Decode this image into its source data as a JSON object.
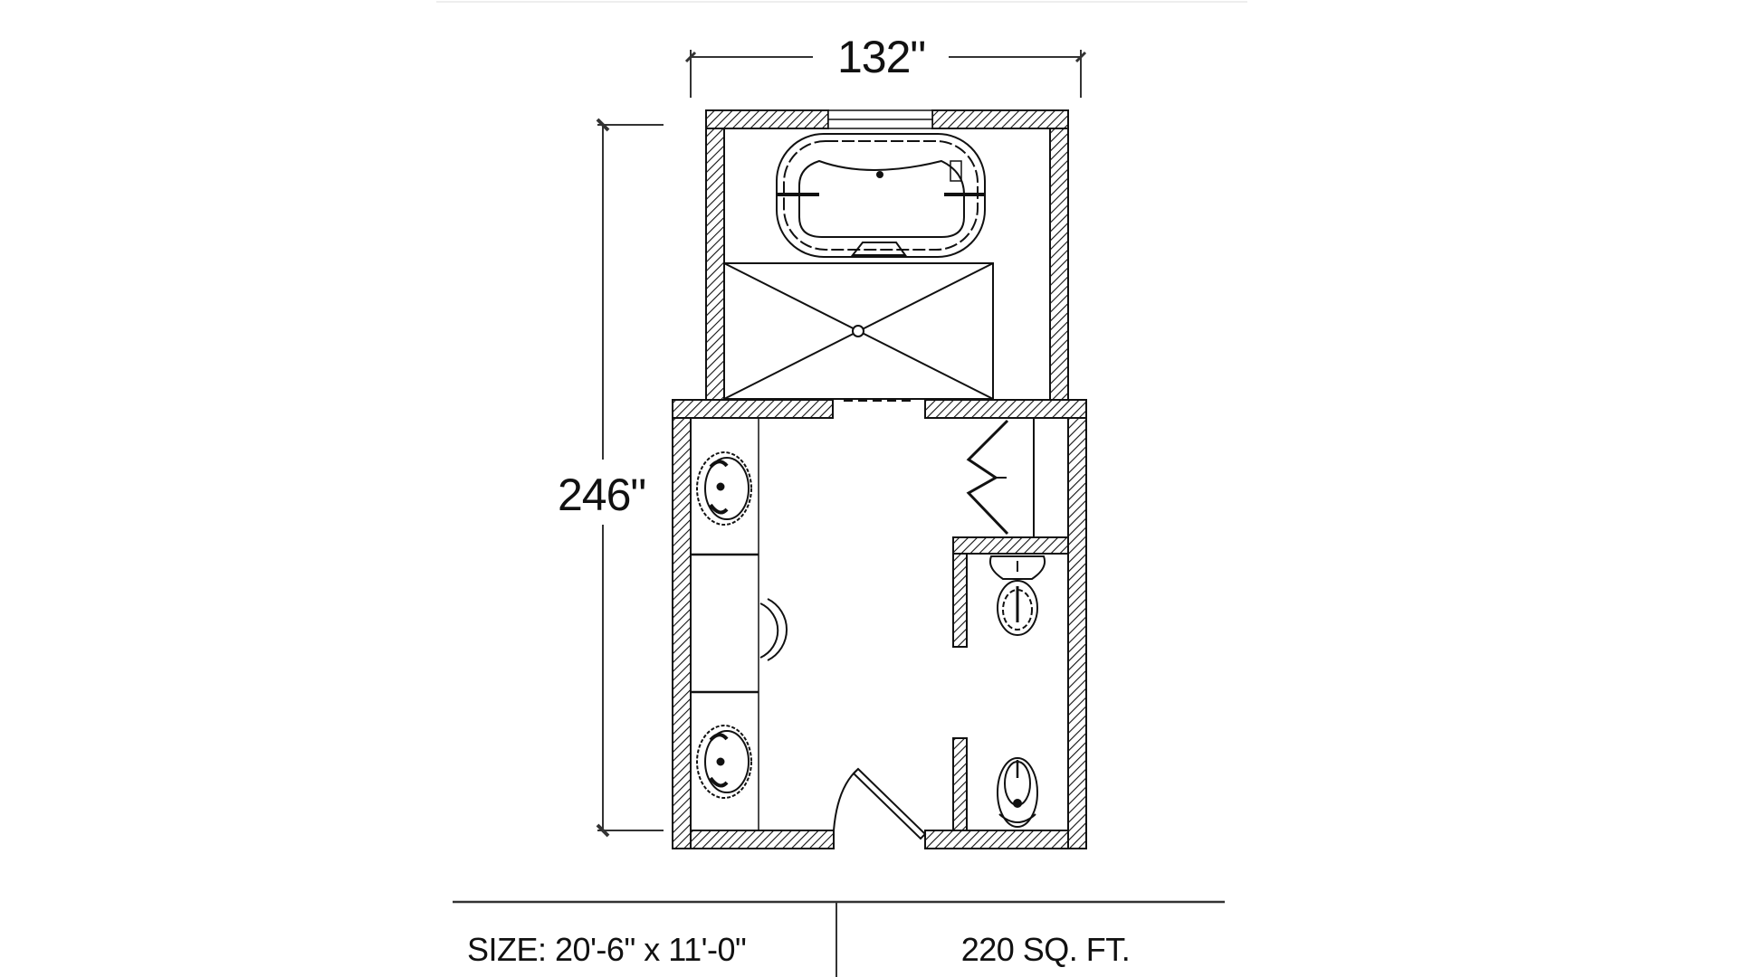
{
  "title": "Master bathroom floor plan",
  "dimensions": {
    "width_label": "132\"",
    "length_label": "246\""
  },
  "rooms": {
    "upper": {
      "fixtures": [
        "whirlpool-tub",
        "shower"
      ],
      "window": "top-wall-window"
    },
    "main": {
      "fixtures": [
        "sink-upper",
        "vanity-stool",
        "sink-lower"
      ],
      "door": "entry-door"
    },
    "closet": {
      "door": "bifold-door"
    },
    "water_closet": {
      "fixtures": [
        "toilet",
        "bidet"
      ]
    }
  },
  "info": {
    "size_label": "SIZE:  20'-6\" x 11'-0\"",
    "area_label": "220 SQ. FT."
  },
  "colors": {
    "line": "#111111",
    "background": "#ffffff"
  }
}
